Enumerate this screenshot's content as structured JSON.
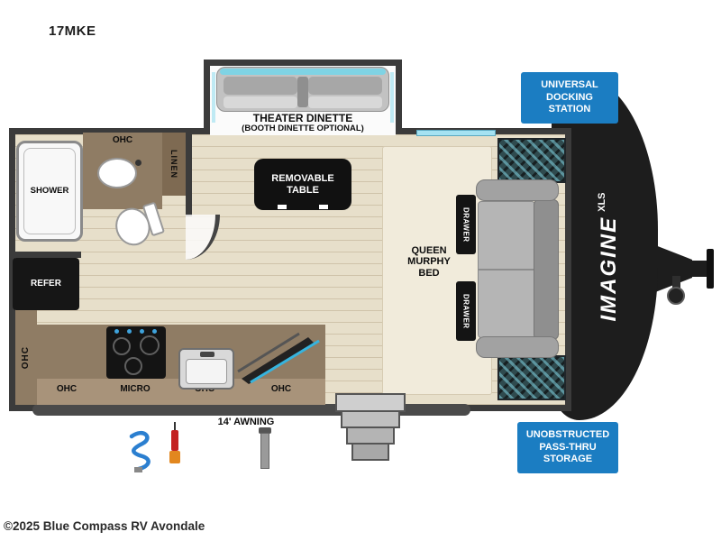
{
  "header": {
    "model": "17MKE"
  },
  "footer": {
    "copyright": "©2025 Blue Compass RV Avondale"
  },
  "callouts": {
    "docking": "UNIVERSAL\nDOCKING\nSTATION",
    "storage": "UNOBSTRUCTED\nPASS-THRU\nSTORAGE"
  },
  "labels": {
    "theater_dinette": "THEATER DINETTE",
    "theater_dinette_optional": "(BOOTH DINETTE OPTIONAL)",
    "removable_table": "REMOVABLE\nTABLE",
    "queen_murphy_bed": "QUEEN\nMURPHY\nBED",
    "shower": "SHOWER",
    "linen": "LINEN",
    "refer": "REFER",
    "ohc": "OHC",
    "micro": "MICRO",
    "drawer": "DRAWER",
    "awning": "14' AWNING"
  },
  "brand": {
    "name": "IMAGINE",
    "series": "XLS"
  },
  "icons": {
    "water_hose": "coiled-hose-icon",
    "power_cord": "power-cord-icon",
    "utility_post": "utility-post-icon"
  },
  "colors": {
    "callout_blue": "#1b7dc2",
    "window_cyan": "#a5e2f2",
    "accent_teal": "#36b4de",
    "wall_dark": "#3b3b3b",
    "cabinet_wood": "#8f7c64",
    "floor_wood": "#e7dfca",
    "cap_black": "#1d1d1d"
  }
}
